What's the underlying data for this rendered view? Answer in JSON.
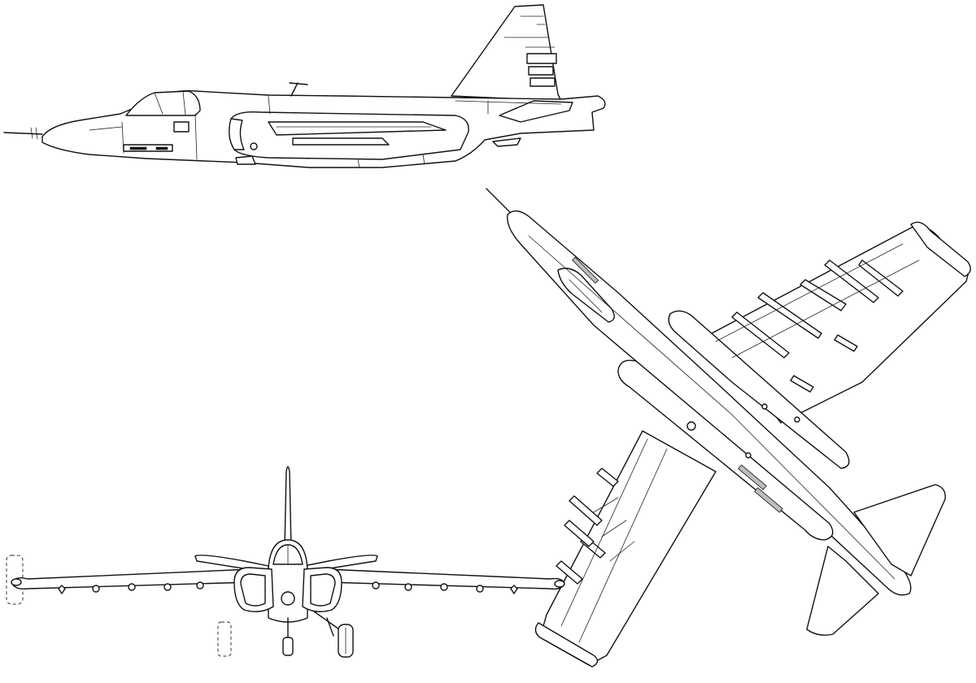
{
  "figure": {
    "views": [
      "side",
      "top",
      "front"
    ]
  }
}
